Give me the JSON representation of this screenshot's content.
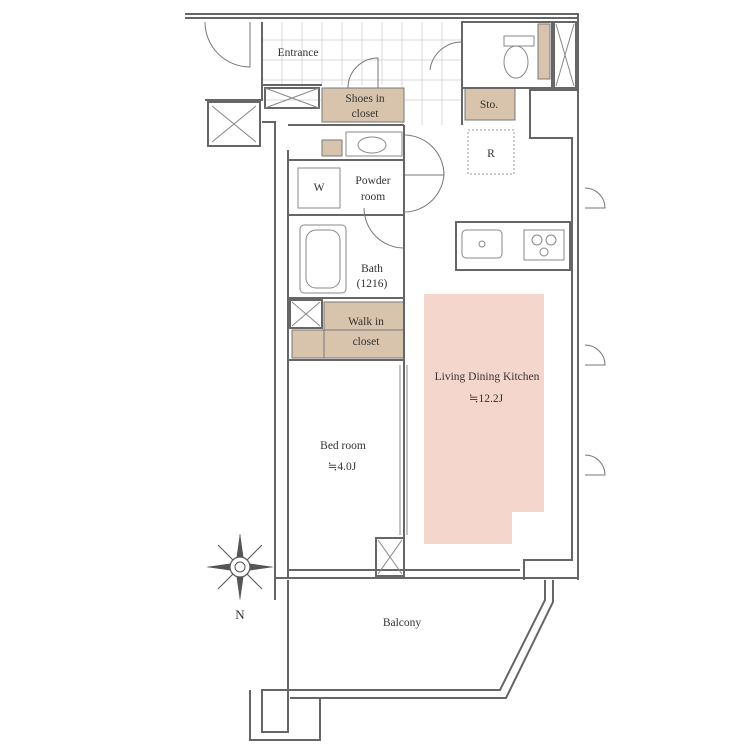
{
  "rooms": {
    "entrance": "Entrance",
    "shoes_line1": "Shoes in",
    "shoes_line2": "closet",
    "storage": "Sto.",
    "refrigerator": "R",
    "washer": "W",
    "powder_line1": "Powder",
    "powder_line2": "room",
    "bath_line1": "Bath",
    "bath_line2": "(1216)",
    "walkin_line1": "Walk in",
    "walkin_line2": "closet",
    "ldk_name": "Living Dining Kitchen",
    "ldk_size": "≒12.2J",
    "bedroom_name": "Bed room",
    "bedroom_size": "≒4.0J",
    "balcony": "Balcony"
  },
  "compass": {
    "north_label": "N"
  },
  "colors": {
    "closet_fill": "#d8c3ac",
    "ldk_highlight": "#f4d6cd",
    "wall": "#666666",
    "tile_grid": "#d9d9d9"
  }
}
